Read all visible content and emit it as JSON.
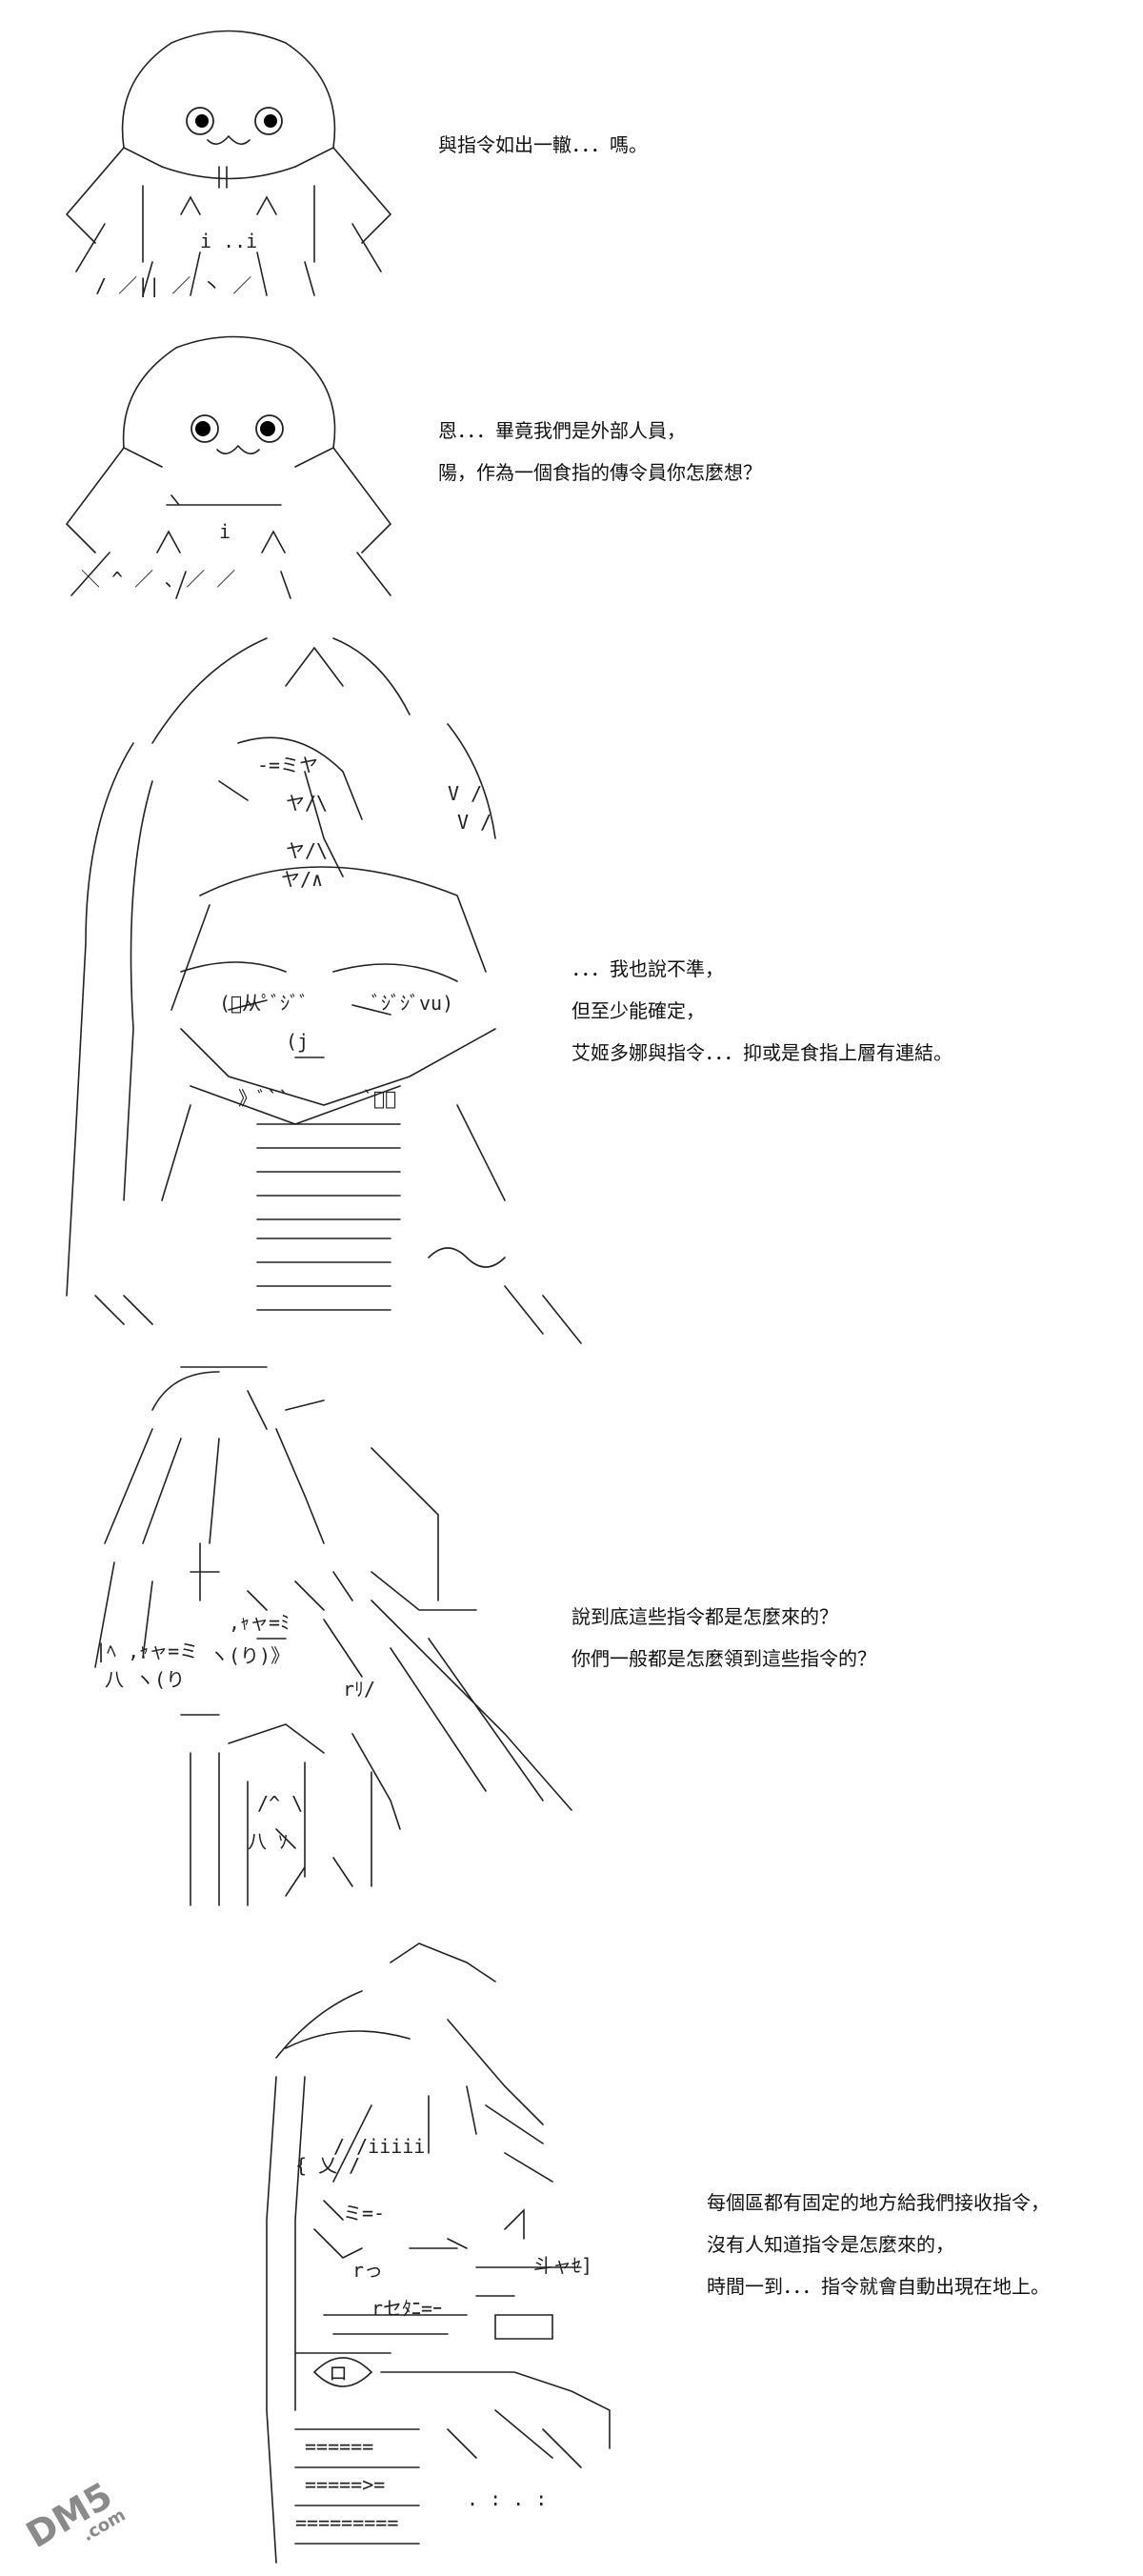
{
  "panels": [
    {
      "art": "mascot-smug",
      "lines": [
        "與指令如出一轍．．．嗎。"
      ]
    },
    {
      "art": "mascot-wide-eyes",
      "lines": [
        "恩．．．畢竟我們是外部人員，",
        "陽，作為一個食指的傳令員你怎麼想？"
      ]
    },
    {
      "art": "long-haired-girl",
      "lines": [
        "．．．我也說不準，",
        "但至少能確定，",
        "艾姬多娜與指令．．．抑或是食指上層有連結。"
      ]
    },
    {
      "art": "short-haired-girl",
      "lines": [
        "說到底這些指令都是怎麼來的？",
        "你們一般都是怎麼領到這些指令的？"
      ]
    },
    {
      "art": "ponytail-girl",
      "lines": [
        "每個區都有固定的地方給我們接收指令，",
        "沒有人知道指令是怎麼來的，",
        "時間一到．．．指令就會自動出現在地上。"
      ]
    }
  ],
  "watermark": {
    "text": "DM5",
    "suffix": ".com"
  }
}
